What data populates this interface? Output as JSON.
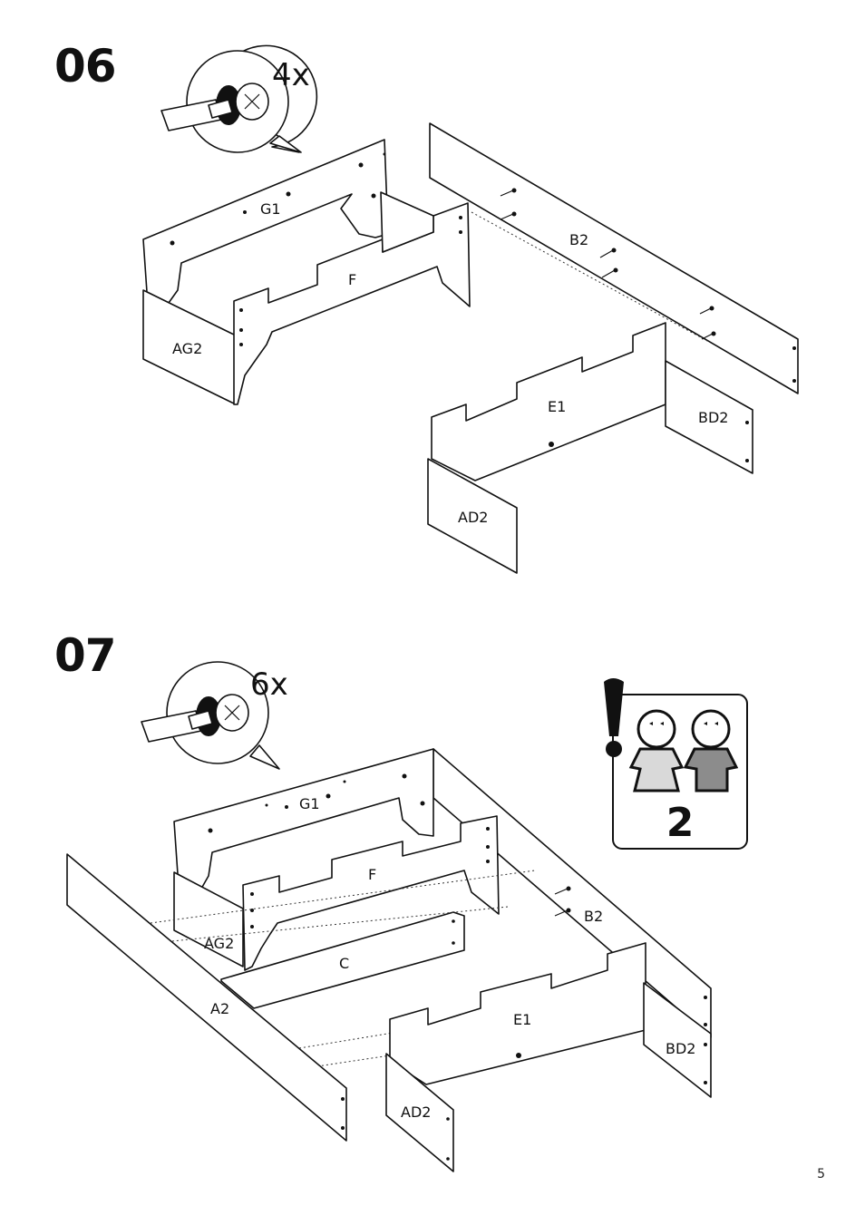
{
  "steps": [
    {
      "number": "06",
      "multiplier": "4x",
      "parts": [
        "G1",
        "F",
        "AG2",
        "B2",
        "E1",
        "BD2",
        "AD2"
      ]
    },
    {
      "number": "07",
      "multiplier": "6x",
      "parts": [
        "G1",
        "F",
        "AG2",
        "C",
        "A2",
        "B2",
        "E1",
        "BD2",
        "AD2"
      ],
      "people_required": "2"
    }
  ],
  "page_number": "5",
  "icons": {
    "screwdriver": "screwdriver-cam-lock-icon",
    "warning": "exclamation-icon",
    "people": "two-people-icon"
  },
  "colors": {
    "ink": "#111111",
    "person_light": "#d9d9d9",
    "person_dark": "#8c8c8c"
  }
}
